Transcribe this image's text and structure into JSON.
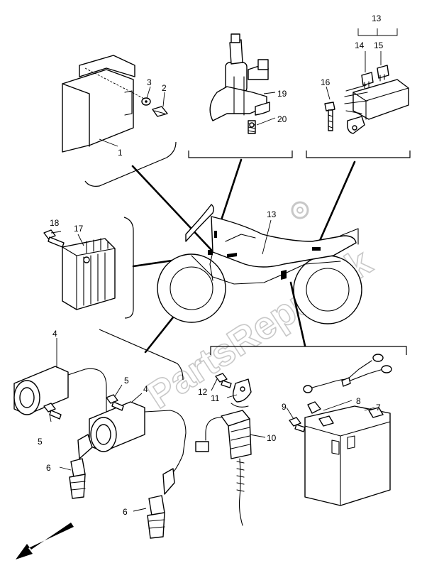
{
  "watermark": "PartsRepublik",
  "arrow_icon": "front-direction-arrow-icon",
  "callouts": {
    "c1": "1",
    "c2": "2",
    "c3": "3",
    "c4a": "4",
    "c4b": "4",
    "c5a": "5",
    "c5b": "5",
    "c6a": "6",
    "c6b": "6",
    "c7": "7",
    "c8": "8",
    "c9": "9",
    "c10": "10",
    "c11": "11",
    "c12": "12",
    "c13a": "13",
    "c13b": "13",
    "c14": "14",
    "c15": "15",
    "c16": "16",
    "c17": "17",
    "c18": "18",
    "c19": "19",
    "c20": "20"
  }
}
